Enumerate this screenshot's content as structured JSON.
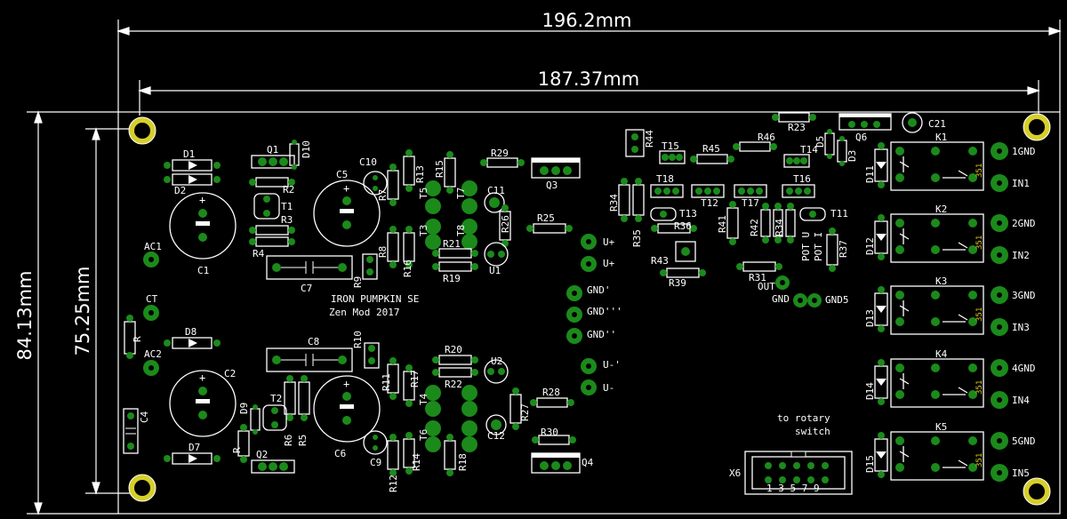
{
  "dimensions": {
    "outer_width": "196.2mm",
    "inner_width": "187.37mm",
    "outer_height": "84.13mm",
    "inner_height": "75.25mm"
  },
  "silkscreen": {
    "title": "IRON PUMPKIN SE",
    "subtitle": "Zen Mod 2017",
    "rotary_line1": "to rotary",
    "rotary_line2": "switch",
    "connector_pins": "1 3 5 7 9"
  },
  "colors": {
    "board": "#000000",
    "silk": "#ffffff",
    "pad": "#1b8a1b",
    "mount": "#d6cf2a"
  },
  "relays": [
    {
      "ref": "K1",
      "gnd": "1GND",
      "in": "IN1",
      "diode": "D11",
      "value": "351"
    },
    {
      "ref": "K2",
      "gnd": "2GND",
      "in": "IN2",
      "diode": "D12",
      "value": "351"
    },
    {
      "ref": "K3",
      "gnd": "3GND",
      "in": "IN3",
      "diode": "D13",
      "value": "351"
    },
    {
      "ref": "K4",
      "gnd": "4GND",
      "in": "IN4",
      "diode": "D14",
      "value": "351"
    },
    {
      "ref": "K5",
      "gnd": "5GND",
      "in": "IN5",
      "diode": "D15",
      "value": "351"
    }
  ],
  "labels": {
    "C1": "C1",
    "C2": "C2",
    "C5": "C5",
    "C6": "C6",
    "C7": "C7",
    "C8": "C8",
    "C9": "C9",
    "C10": "C10",
    "C11": "C11",
    "C12": "C12",
    "C21": "C21",
    "AC1": "AC1",
    "AC2": "AC2",
    "CT": "CT",
    "C4": "C4",
    "R": "R",
    "D1": "D1",
    "D2": "D2",
    "D7": "D7",
    "D8": "D8",
    "D9": "D9",
    "D10": "D10",
    "R2": "R2",
    "R3": "R3",
    "R4": "R4",
    "R5": "R5",
    "R6": "R6",
    "R7": "R7",
    "R8": "R8",
    "R9": "R9",
    "R10": "R10",
    "R11": "R11",
    "R12": "R12",
    "R13": "R13",
    "R14": "R14",
    "R15": "R15",
    "R16": "R16",
    "R17": "R17",
    "R18": "R18",
    "R19": "R19",
    "R20": "R20",
    "R21": "R21",
    "R22": "R22",
    "R25": "R25",
    "R26": "R26",
    "R27": "R27",
    "R28": "R28",
    "R29": "R29",
    "R30": "R30",
    "R31": "R31",
    "R34": "R34",
    "R35": "R35",
    "R36": "R36",
    "R37": "R37",
    "R39": "R39",
    "R41": "R41",
    "R42": "R42",
    "R43": "R43",
    "R44": "R44",
    "R45": "R45",
    "R46": "R46",
    "R23": "R23",
    "Q1": "Q1",
    "Q2": "Q2",
    "Q3": "Q3",
    "Q4": "Q4",
    "Q6": "Q6",
    "T1": "T1",
    "T2": "T2",
    "T3": "T3",
    "T4": "T4",
    "T5": "T5",
    "T6": "T6",
    "T7": "T7",
    "T8": "T8",
    "T11": "T11",
    "T12": "T12",
    "T13": "T13",
    "T14": "T14",
    "T15": "T15",
    "T16": "T16",
    "T17": "T17",
    "T18": "T18",
    "U1": "U1",
    "U2": "U2",
    "D3": "D3",
    "D5": "D5",
    "X6": "X6",
    "U_plus1": "U+",
    "U_plus2": "U+",
    "U_minus1": "U-'",
    "U_minus2": "U-",
    "GND1": "GND'",
    "GND2": "GND'''",
    "GND3": "GND''",
    "POT_U": "POT U",
    "POT_I": "POT I",
    "OUT": "OUT",
    "GND": "GND",
    "GND5": "GND5"
  }
}
